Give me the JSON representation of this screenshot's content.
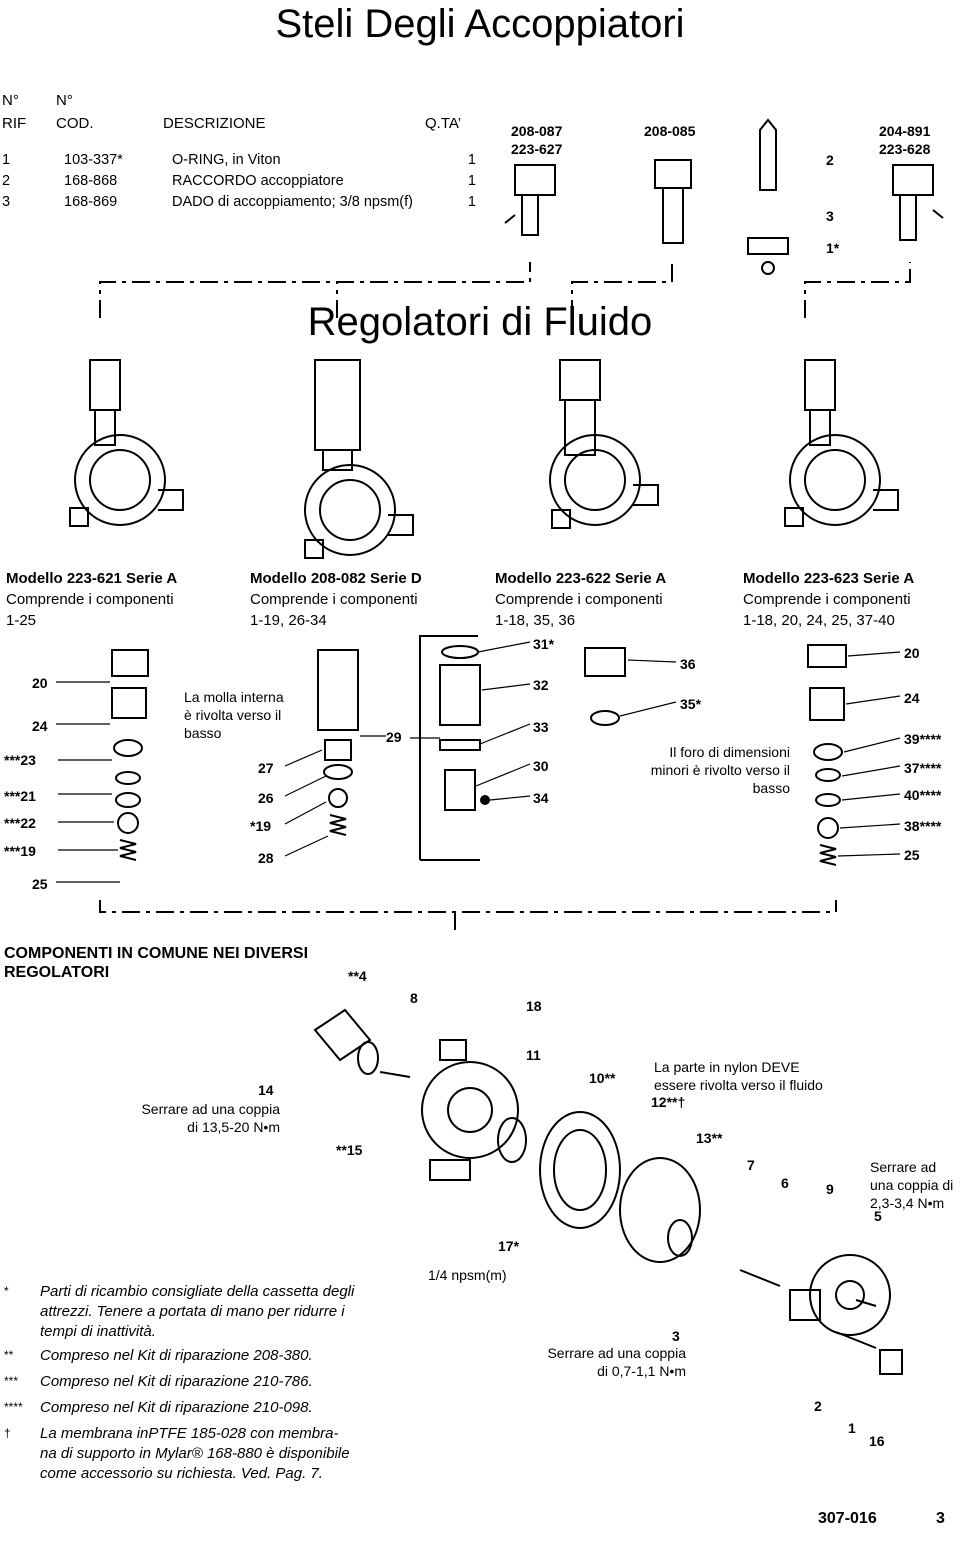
{
  "title": "Steli Degli Accoppiatori",
  "parts_table": {
    "headers": {
      "rif_top": "N°",
      "rif": "RIF",
      "cod_top": "N°",
      "cod": "COD.",
      "desc": "DESCRIZIONE",
      "qty": "Q.TA’"
    },
    "rows": [
      {
        "rif": "1",
        "cod": "103-337*",
        "desc": "O-RING, in Viton",
        "qty": "1"
      },
      {
        "rif": "2",
        "cod": "168-868",
        "desc": "RACCORDO accoppiatore",
        "qty": "1"
      },
      {
        "rif": "3",
        "cod": "168-869",
        "desc": "DADO di accoppiamento; 3/8 npsm(f)",
        "qty": "1"
      }
    ]
  },
  "coupler_parts": {
    "p1_line1": "208-087",
    "p1_line2": "223-627",
    "p2": "208-085",
    "p3_line1": "204-891",
    "p3_line2": "223-628",
    "c2": "2",
    "c3": "3",
    "c1": "1*"
  },
  "section_title": "Regolatori di Fluido",
  "models": [
    {
      "name": "Modello 223-621 Serie A",
      "includes": "Comprende i componenti",
      "range": "1-25"
    },
    {
      "name": "Modello 208-082 Serie D",
      "includes": "Comprende i componenti",
      "range": "1-19, 26-34"
    },
    {
      "name": "Modello 223-622 Serie A",
      "includes": "Comprende i componenti",
      "range": "1-18, 35, 36"
    },
    {
      "name": "Modello 223-623 Serie A",
      "includes": "Comprende i componenti",
      "range": "1-18, 20, 24, 25, 37-40"
    }
  ],
  "callouts_a": [
    "20",
    "24",
    "***23",
    "***21",
    "***22",
    "***19",
    "25"
  ],
  "note_spring": {
    "l1": "La molla interna",
    "l2": "è rivolta verso il",
    "l3": "basso"
  },
  "callouts_d": [
    "27",
    "26",
    "*19",
    "28",
    "29"
  ],
  "callouts_mid": [
    "31*",
    "32",
    "33",
    "30",
    "34"
  ],
  "callouts_622": [
    "36",
    "35*"
  ],
  "note_hole": {
    "l1": "Il foro di dimensioni",
    "l2": "minori è rivolto verso il",
    "l3": "basso"
  },
  "callouts_623": [
    "20",
    "24",
    "39****",
    "37****",
    "40****",
    "38****",
    "25"
  ],
  "common": {
    "title_l1": "COMPONENTI IN COMUNE NEI DIVERSI",
    "title_l2": "REGOLATORI",
    "c4": "**4",
    "c8": "8",
    "c18": "18",
    "c14": "14",
    "torque14_l1": "Serrare ad una coppia",
    "torque14_l2": "di 13,5-20 N•m",
    "c15": "**15",
    "c11": "11",
    "c10": "10**",
    "nylon_l1": "La parte in nylon DEVE",
    "nylon_l2": "essere rivolta verso il fluido",
    "c12": "12**†",
    "c13": "13**",
    "c7": "7",
    "c6": "6",
    "c9": "9",
    "torque5_l1": "Serrare ad",
    "torque5_l2": "una coppia di",
    "torque5_l3": "2,3-3,4 N•m",
    "c5": "5",
    "c17": "17*",
    "npsm": "1/4 npsm(m)",
    "c3": "3",
    "torque3_l1": "Serrare ad una coppia",
    "torque3_l2": "di 0,7-1,1 N•m",
    "c2": "2",
    "c1": "1",
    "c16": "16"
  },
  "footnotes": [
    {
      "mark": "*",
      "l1": "Parti di ricambio consigliate della cassetta degli",
      "l2": "attrezzi. Tenere a portata di mano per ridurre i",
      "l3": "tempi di inattività."
    },
    {
      "mark": "**",
      "l1": "Compreso nel Kit di riparazione 208-380."
    },
    {
      "mark": "***",
      "l1": "Compreso nel Kit di riparazione 210-786."
    },
    {
      "mark": "****",
      "l1": "Compreso nel Kit di riparazione 210-098."
    },
    {
      "mark": "†",
      "l1": "La membrana inPTFE   185-028 con membra-",
      "l2": "na di supporto in Mylar® 168-880 è disponibile",
      "l3": "come accessorio su richiesta. Ved. Pag. 7."
    }
  ],
  "footer": {
    "doc": "307-016",
    "page": "3"
  }
}
